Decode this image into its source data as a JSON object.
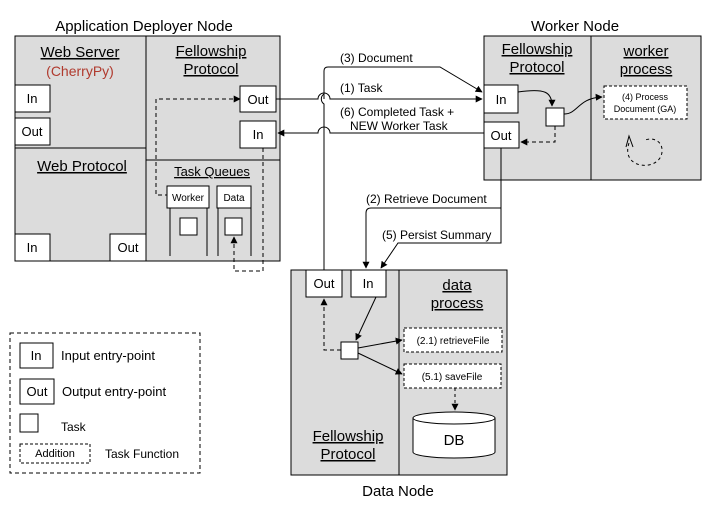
{
  "colors": {
    "panel": "#dcdcdc",
    "stroke": "#000000",
    "accent": "#b03a2e",
    "white": "#ffffff"
  },
  "app": {
    "title": "Application Deployer Node",
    "web_server": "Web Server",
    "cherrypy": "(CherryPy)",
    "fellowship_line1": "Fellowship",
    "fellowship_line2": "Protocol",
    "web_protocol": "Web Protocol",
    "task_queues": "Task Queues",
    "queue_worker": "Worker",
    "queue_data": "Data",
    "in": "In",
    "out": "Out"
  },
  "worker": {
    "title": "Worker Node",
    "fellowship_line1": "Fellowship",
    "fellowship_line2": "Protocol",
    "process_line1": "worker",
    "process_line2": "process",
    "process_doc_line1": "(4) Process",
    "process_doc_line2": "Document (GA)",
    "in": "In",
    "out": "Out"
  },
  "data_node": {
    "title": "Data Node",
    "fellowship_line1": "Fellowship",
    "fellowship_line2": "Protocol",
    "process_line1": "data",
    "process_line2": "process",
    "retrieve_file": "(2.1) retrieveFile",
    "save_file": "(5.1) saveFile",
    "db": "DB",
    "in": "In",
    "out": "Out"
  },
  "messages": {
    "document": "(3) Document",
    "task": "(1) Task",
    "completed_line1": "(6) Completed Task +",
    "completed_line2": "NEW Worker Task",
    "retrieve_doc": "(2) Retrieve Document",
    "persist": "(5) Persist Summary"
  },
  "legend": {
    "in_box": "In",
    "in_label": "Input entry-point",
    "out_box": "Out",
    "out_label": "Output entry-point",
    "task_label": "Task",
    "addition_box": "Addition",
    "task_function_label": "Task Function"
  }
}
